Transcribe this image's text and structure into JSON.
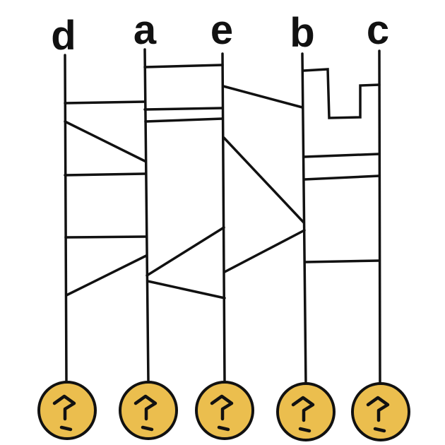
{
  "puzzle": {
    "labels": [
      "d",
      "a",
      "e",
      "b",
      "c"
    ],
    "coin_icon": "question-mark-icon",
    "coin_color": "#EBBE4E"
  }
}
